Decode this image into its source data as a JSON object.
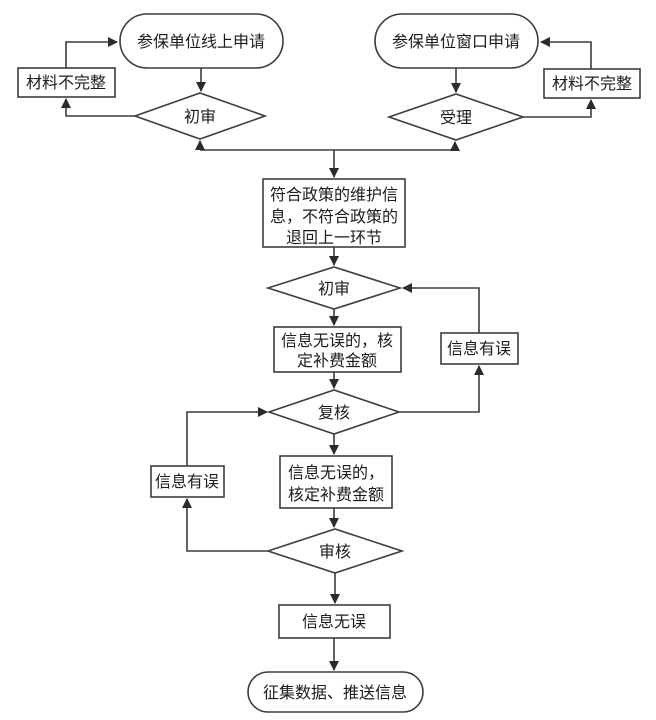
{
  "diagram": {
    "type": "flowchart",
    "colors": {
      "stroke": "#3d3d3d",
      "text": "#1c1c1c",
      "background": "#ffffff"
    },
    "nodes": {
      "apply_online": {
        "label": "参保单位线上申请"
      },
      "apply_window": {
        "label": "参保单位窗口申请"
      },
      "materials_incomplete_left": {
        "label": "材料不完整"
      },
      "materials_incomplete_right": {
        "label": "材料不完整"
      },
      "first_review_top": {
        "label": "初审"
      },
      "acceptance": {
        "label": "受理"
      },
      "policy_maintain": {
        "lines": [
          "符合政策的维护信",
          "息，不符合政策的",
          "退回上一环节"
        ]
      },
      "first_review_mid": {
        "label": "初审"
      },
      "confirm_amount_1": {
        "lines": [
          "信息无误的，核",
          "定补费金额"
        ]
      },
      "info_error_right": {
        "label": "信息有误"
      },
      "recheck": {
        "label": "复核"
      },
      "confirm_amount_2": {
        "lines": [
          "信息无误的，",
          "核定补费金额"
        ]
      },
      "info_error_left": {
        "label": "信息有误"
      },
      "final_review": {
        "label": "审核"
      },
      "info_correct": {
        "label": "信息无误"
      },
      "collect_push": {
        "label": "征集数据、推送信息"
      }
    }
  }
}
